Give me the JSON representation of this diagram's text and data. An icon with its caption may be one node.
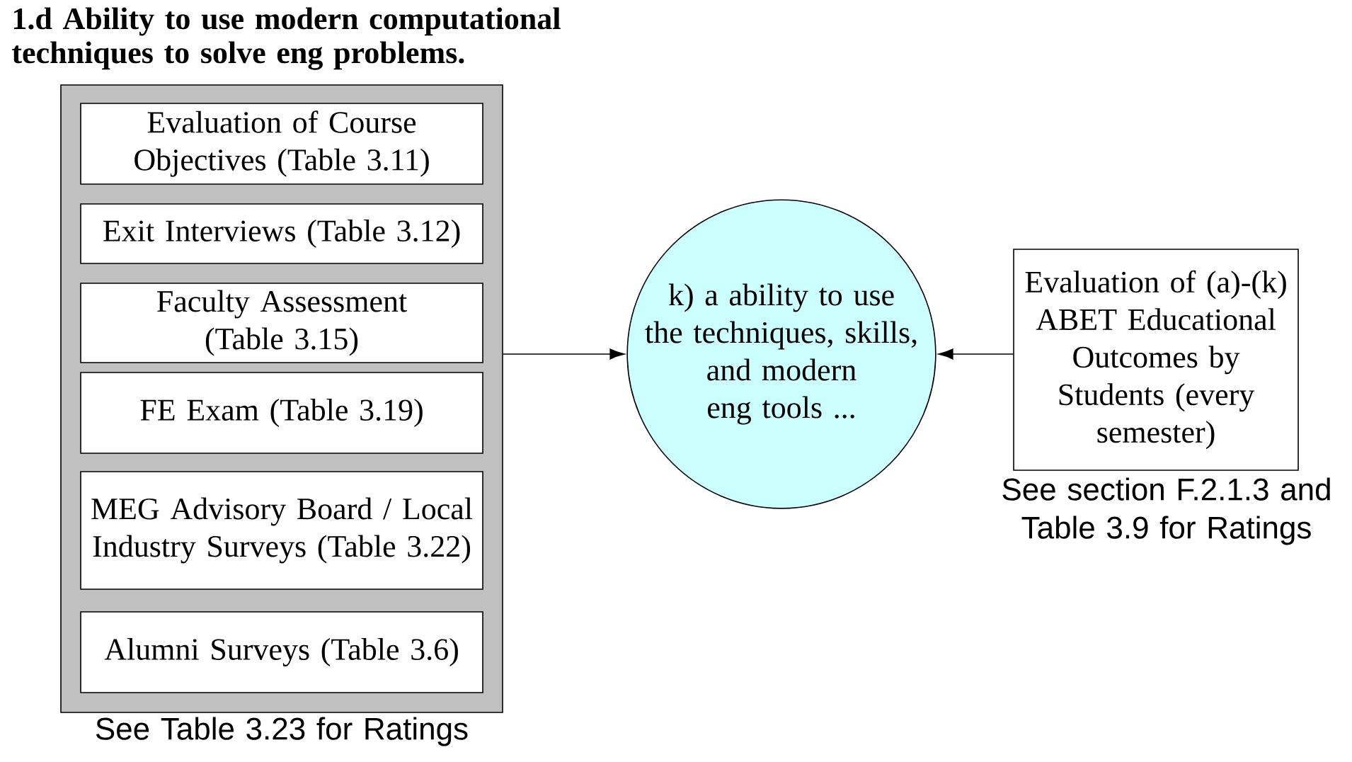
{
  "diagram": {
    "title": "1.d Ability to use modern computational techniques to solve eng problems.",
    "nodes": [
      {
        "text": [],
        "shape": "box",
        "beside": [
          "See Table 3.23 for Ratings"
        ]
      },
      {
        "text": [
          "Evaluation of Course Objectives (Table 3.11)"
        ],
        "in": 0
      },
      {
        "text": [
          "Exit Interviews (Table 3.12)"
        ],
        "in": 0
      },
      {
        "text": [
          "Faculty Assessment (Table 3.15)"
        ],
        "in": 0
      },
      {
        "text": [
          "FE Exam (Table 3.19)"
        ],
        "in": 0
      },
      {
        "text": [
          "MEG Advisory Board / Local Industry Surveys (Table 3.22)"
        ],
        "in": 0
      },
      {
        "text": [
          "Alumni Surveys (Table 3.6)"
        ],
        "in": 0
      },
      {
        "text": [
          "k) a ability to use the techniques, skills, and modern eng tools ..."
        ]
      },
      {
        "text": [
          "Evaluation of (a)-(k) ABET Educational Outcomes by Students (every semester)"
        ],
        "beside": [
          "See section F.2.1.3 and Table 3.9 for Ratings"
        ]
      }
    ],
    "edges": [
      {
        "from": 0,
        "to": 7,
        "arrow": "to"
      },
      {
        "from": 8,
        "to": 7,
        "arrow": "to"
      }
    ]
  }
}
